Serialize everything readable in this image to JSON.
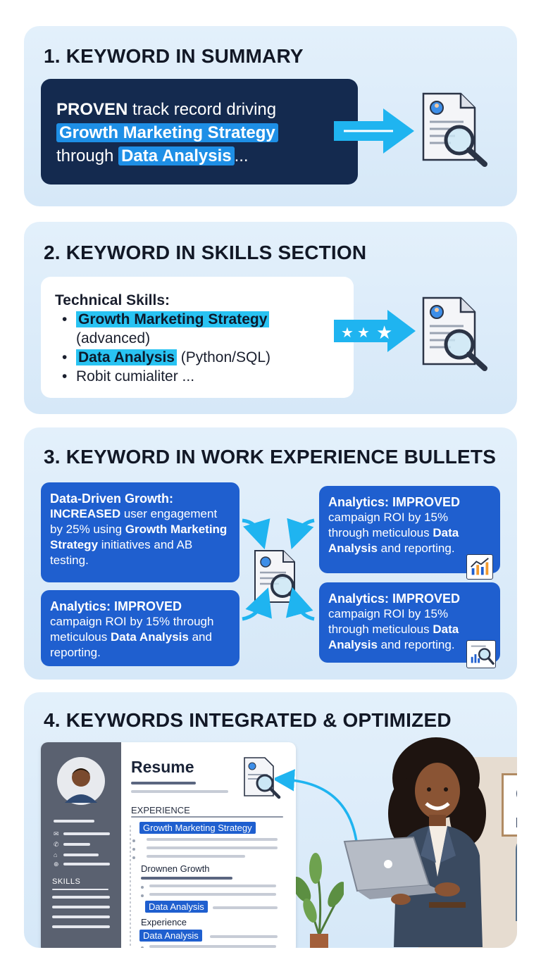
{
  "sections": {
    "s1": {
      "title": "1. KEYWORD IN SUMMARY",
      "lead_word": "PROVEN",
      "text_1": " track record driving",
      "keyword_1": "Growth Marketing Strategy",
      "text_2": "through ",
      "keyword_2": "Data Analysis",
      "text_3": "..."
    },
    "s2": {
      "title": "2. KEYWORD IN SKILLS SECTION",
      "heading": "Technical Skills:",
      "item_1_keyword": "Growth Marketing Strategy",
      "item_1_note": "(advanced)",
      "item_2_keyword": "Data Analysis",
      "item_2_note": " (Python/SQL)",
      "item_3": "Robit cumialiter ..."
    },
    "s3": {
      "title": "3. KEYWORD IN WORK EXPERIENCE BULLETS",
      "card_tl": {
        "head": "Data-Driven Growth:",
        "lead": "INCREASED",
        "text_1": " user engagement by 25% using ",
        "keyword": "Growth Marketing Strategy",
        "text_2": " initiatives and AB testing."
      },
      "card_bl": {
        "head": "Analytics: IMPROVED",
        "text_1": "campaign ROI by 15% through meticulous ",
        "keyword": "Data Analysis",
        "text_2": " and reporting."
      },
      "card_tr": {
        "head": "Analytics: IMPROVED",
        "text_1": "campaign ROI by 15% through meticulous ",
        "keyword": "Data Analysis",
        "text_2": " and reporting."
      },
      "card_br": {
        "head": "Analytics: IMPROVED",
        "text_1": "campaign ROI by 15% through meticulous ",
        "keyword": "Data Analysis",
        "text_2": " and reporting."
      }
    },
    "s4": {
      "title": "4. KEYWORDS INTEGRATED & OPTIMIZED",
      "resume_title": "Resume",
      "experience_label": "EXPERIENCE",
      "chip_1": "Growth Marketing Strategy",
      "sub_1": "Drownen Growth",
      "chip_2": "Data Analysis",
      "sub_2": "Experience",
      "chip_3": "Data Analysis",
      "skills_label": "SKILLS"
    }
  },
  "colors": {
    "panel_bg": "#dcebf9",
    "summary_card": "#142a4f",
    "keyword_blue": "#1e8fe6",
    "keyword_aqua": "#29c3f2",
    "card_blue": "#1f5fcf",
    "arrow_cyan": "#1fb4f0"
  },
  "icons": [
    "arrow-right-icon",
    "resume-search-icon",
    "stars-arrow-icon",
    "chart-icon",
    "avatar-icon",
    "laptop-icon"
  ]
}
